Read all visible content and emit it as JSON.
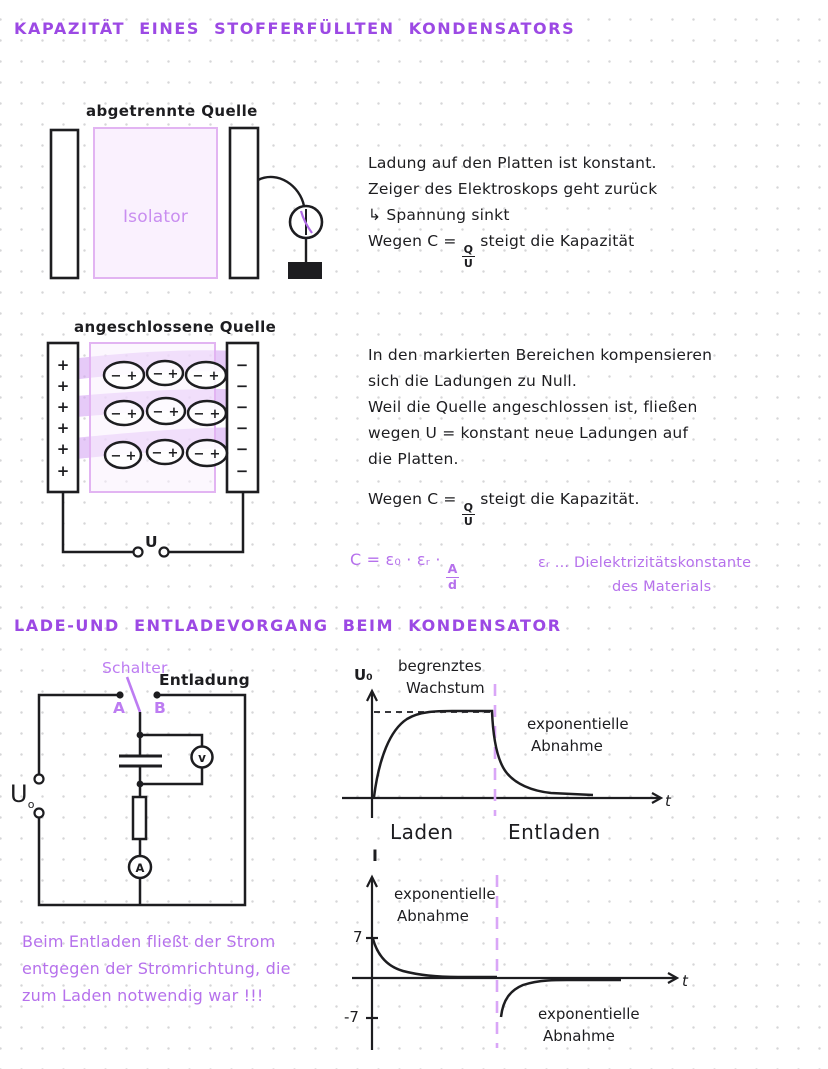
{
  "titles": {
    "t1": "KAPAZITÄT EINES STOFFERFÜLLTEN KONDENSATORS",
    "t2": "LADE-UND ENTLADEVORGANG BEIM KONDENSATOR"
  },
  "colors": {
    "heading_purple": "#9c49e4",
    "hand_purple": "#b671ec",
    "highlighter": "#d7a8f5",
    "ink_black": "#1d1d20",
    "isolator_fill": "#faf1fe",
    "isolator_border": "#e2b4f2",
    "dashed_purple": "#d9a6f7"
  },
  "diagram1": {
    "caption": "abgetrennte Quelle",
    "isolator_label": "Isolator"
  },
  "notes1": {
    "l1": "Ladung auf den Platten ist konstant.",
    "l2": "Zeiger des Elektroskops geht zurück",
    "l3": "↳ Spannung sinkt",
    "l4a": "Wegen   C =",
    "l4num": "Q",
    "l4den": "U",
    "l4b": "steigt die Kapazität"
  },
  "diagram2": {
    "caption": "angeschlossene Quelle",
    "plus": "+",
    "minus": "−",
    "dipole_minus": "−",
    "dipole_plus": "+",
    "source_label": "U"
  },
  "notes2": {
    "l1": "In den markierten Bereichen kompensieren",
    "l2": "sich die Ladungen zu Null.",
    "l3": "Weil die Quelle angeschlossen ist, fließen",
    "l4": "wegen U = konstant neue Ladungen auf",
    "l5": "die Platten.",
    "l6a": "Wegen   C =",
    "l6num": "Q",
    "l6den": "U",
    "l6b": "steigt die Kapazität."
  },
  "formula": {
    "lhs": "C = ε₀ · εᵣ ·",
    "num": "A",
    "den": "d",
    "legend_line1": "εᵣ ...  Dielektrizitätskonstante",
    "legend_line2": "des Materials"
  },
  "circuit": {
    "schalter": "Schalter",
    "entladung": "Entladung",
    "contact_a": "A",
    "contact_b": "B",
    "source_label": "U",
    "source_sub": "o",
    "voltmeter": "v",
    "ammeter": "A"
  },
  "graph_u": {
    "y_label": "U₀",
    "x_label": "t",
    "annotation1a": "begrenztes",
    "annotation1b": "Wachstum",
    "annotation2a": "exponentielle",
    "annotation2b": "Abnahme",
    "phase1": "Laden",
    "phase2": "Entladen"
  },
  "graph_i": {
    "y_label": "I",
    "x_label": "t",
    "tick_pos": "7",
    "tick_neg": "-7",
    "annotation1a": "exponentielle",
    "annotation1b": "Abnahme",
    "annotation2a": "exponentielle",
    "annotation2b": "Abnahme"
  },
  "note_bottom": {
    "l1": "Beim Entladen fließt der Strom",
    "l2": "entgegen der Stromrichtung, die",
    "l3": "zum Laden notwendig war !!!"
  }
}
